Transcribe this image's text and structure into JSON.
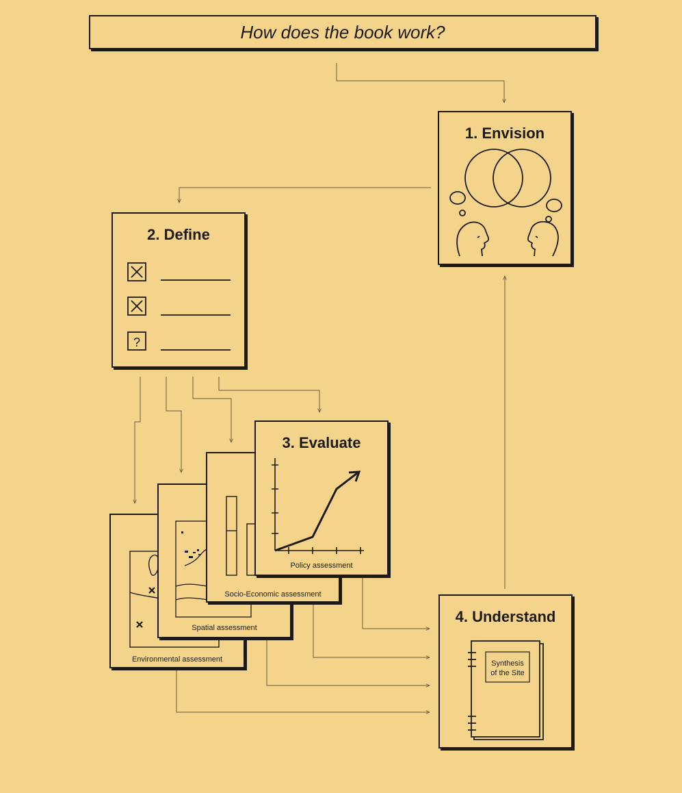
{
  "title": "How does the book work?",
  "steps": {
    "envision": "1. Envision",
    "define": "2. Define",
    "evaluate": "3. Evaluate",
    "understand": "4. Understand"
  },
  "define_checklist": [
    {
      "mark": "X"
    },
    {
      "mark": "X"
    },
    {
      "mark": "?"
    }
  ],
  "assessments": {
    "environmental": "Environmental assessment",
    "spatial": "Spatial assessment",
    "socio_economic": "Socio-Economic assessment",
    "policy": "Policy assessment"
  },
  "book_label_line1": "Synthesis",
  "book_label_line2": "of the Site",
  "colors": {
    "background": "#f4d48a",
    "ink": "#1d1a16",
    "arrow": "#6b5a3c"
  }
}
